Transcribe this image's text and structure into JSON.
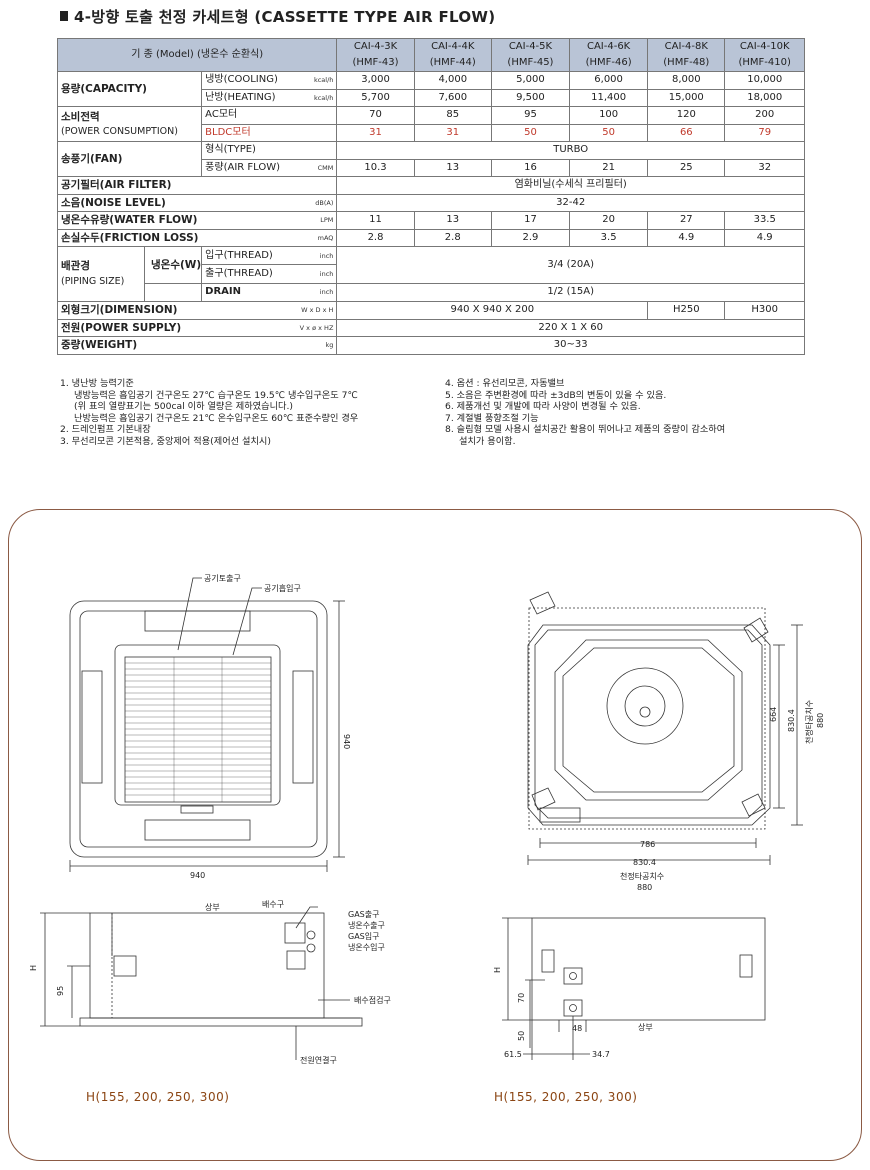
{
  "title": "4-방향 토출 천정 카세트형 (CASSETTE TYPE AIR FLOW)",
  "table": {
    "header_label": "기  종 (Model) (냉온수 순환식)",
    "models": [
      {
        "code": "CAI-4-3K",
        "sub": "(HMF-43)"
      },
      {
        "code": "CAI-4-4K",
        "sub": "(HMF-44)"
      },
      {
        "code": "CAI-4-5K",
        "sub": "(HMF-45)"
      },
      {
        "code": "CAI-4-6K",
        "sub": "(HMF-46)"
      },
      {
        "code": "CAI-4-8K",
        "sub": "(HMF-48)"
      },
      {
        "code": "CAI-4-10K",
        "sub": "(HMF-410)"
      }
    ],
    "capacity": {
      "label": "용량(CAPACITY)",
      "cooling_label": "냉방(COOLING)",
      "cooling_unit": "kcal/h",
      "cooling": [
        "3,000",
        "4,000",
        "5,000",
        "6,000",
        "8,000",
        "10,000"
      ],
      "heating_label": "난방(HEATING)",
      "heating_unit": "kcal/h",
      "heating": [
        "5,700",
        "7,600",
        "9,500",
        "11,400",
        "15,000",
        "18,000"
      ]
    },
    "power": {
      "label": "소비전력",
      "label2": "(POWER CONSUMPTION)",
      "ac_label": "AC모터",
      "ac": [
        "70",
        "85",
        "95",
        "100",
        "120",
        "200"
      ],
      "bldc_label": "BLDC모터",
      "bldc": [
        "31",
        "31",
        "50",
        "50",
        "66",
        "79"
      ]
    },
    "fan": {
      "label": "송풍기(FAN)",
      "type_label": "형식(TYPE)",
      "type_value": "TURBO",
      "flow_label": "풍량(AIR FLOW)",
      "flow_unit": "CMM",
      "flow": [
        "10.3",
        "13",
        "16",
        "21",
        "25",
        "32"
      ]
    },
    "filter": {
      "label": "공기필터(AIR FILTER)",
      "value": "염화비닐(수세식 프리필터)"
    },
    "noise": {
      "label": "소음(NOISE LEVEL)",
      "unit": "dB(A)",
      "value": "32-42"
    },
    "water": {
      "label": "냉온수유량(WATER FLOW)",
      "unit": "LPM",
      "values": [
        "11",
        "13",
        "17",
        "20",
        "27",
        "33.5"
      ]
    },
    "friction": {
      "label": "손실수두(FRICTION LOSS)",
      "unit": "mAQ",
      "values": [
        "2.8",
        "2.8",
        "2.9",
        "3.5",
        "4.9",
        "4.9"
      ]
    },
    "piping": {
      "label": "배관경",
      "label2": "(PIPING SIZE)",
      "water_label": "냉온수(W)",
      "in_label": "입구(THREAD)",
      "out_label": "출구(THREAD)",
      "unit": "inch",
      "water_value": "3/4 (20A)",
      "drain_label": "DRAIN",
      "drain_value": "1/2 (15A)"
    },
    "dimension": {
      "label": "외형크기(DIMENSION)",
      "unit": "W x D x H",
      "main": "940  X 940  X 200",
      "h1": "H250",
      "h2": "H300"
    },
    "supply": {
      "label": "전원(POWER SUPPLY)",
      "unit": "V x ø x HZ",
      "value": "220 X 1 X 60"
    },
    "weight": {
      "label": "중량(WEIGHT)",
      "unit": "kg",
      "value": "30~33"
    }
  },
  "notes_left": [
    "1. 냉난방 능력기준",
    "   냉방능력은 흡입공기 건구온도 27℃ 습구온도 19.5℃ 냉수입구온도 7℃",
    "   (위 표의 열량표기는 500cal 이하 열량은 제하였습니다.)",
    "   난방능력은 흡입공기 건구온도 21℃ 온수입구온도 60℃ 표준수량인 경우",
    "2. 드레인펌프 기본내장",
    "3. 무선리모콘 기본적용, 중앙제어 적용(제어선 설치시)"
  ],
  "notes_right": [
    "4. 옵션 : 유선리모콘, 자동밸브",
    "5. 소음은 주변환경에 따라 ±3dB의 변동이 있을 수 있음.",
    "6. 제품개선 및 개발에 따라 사양이 변경될 수 있음.",
    "7. 계절별 풍향조절 기능",
    "8. 슬림형 모델 사용시 설치공간 활용이 뛰어나고 제품의 중량이 감소하여",
    "   설치가 용이함."
  ],
  "drawing": {
    "outlet_label": "공기토출구",
    "inlet_label": "공기흡입구",
    "front_940_h": "940",
    "front_940_v": "940",
    "top_786": "786",
    "top_830_h": "830.4",
    "ceiling_h_label": "천정타공치수",
    "ceiling_880_h": "880",
    "top_664": "664",
    "top_830_v": "830.4",
    "ceiling_v": "천정타공치수",
    "ceiling_880_v": "880",
    "side_top": "상부",
    "drain_port": "배수구",
    "gas_out": "GAS출구",
    "water_out": "냉온수출구",
    "gas_in": "GAS입구",
    "water_in": "냉온수입구",
    "drain_check": "배수점검구",
    "power_conn": "전원연결구",
    "dim_h": "H",
    "dim_95": "95",
    "dim_h2": "H",
    "dim_70": "70",
    "dim_50": "50",
    "dim_48": "48",
    "dim_615": "61.5",
    "dim_347": "34.7",
    "side2_top": "상부",
    "caption_left": "H(155, 200, 250, 300)",
    "caption_right": "H(155, 200, 250, 300)"
  },
  "colors": {
    "header_bg": "#b9c4d6",
    "bldc_red": "#c0392b",
    "frame": "#8b5a44",
    "caption": "#8b4513"
  }
}
